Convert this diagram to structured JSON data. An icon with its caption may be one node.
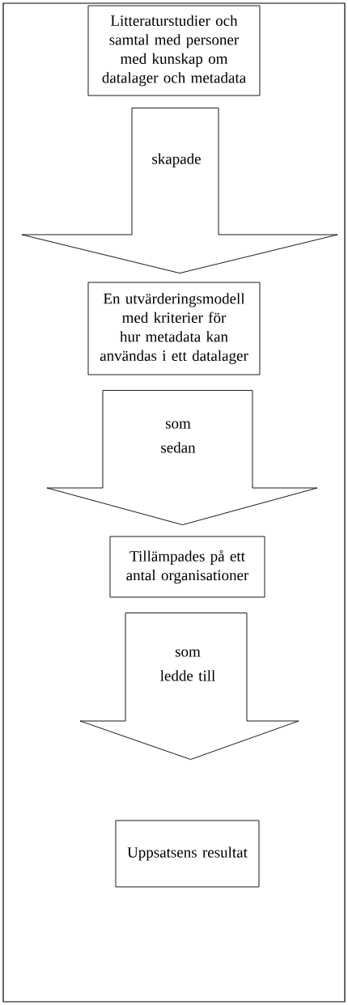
{
  "diagram": {
    "nodes": [
      {
        "text": [
          "Litteraturstudier och samtal med personer med kunskap om datalager och metadata"
        ]
      },
      {
        "text": [
          "En utvärderingsmodell med kriterier för hur metadata kan användas i ett datalager"
        ]
      },
      {
        "text": [
          "Tillämpades på ett antal organisationer"
        ]
      },
      {
        "text": [
          "Uppsatsens resultat"
        ]
      }
    ],
    "edges": [
      {
        "from": 0,
        "to": 1,
        "arrow": "to",
        "label": "skapade"
      },
      {
        "from": 1,
        "to": 2,
        "arrow": "to",
        "label": "som sedan"
      },
      {
        "from": 2,
        "to": 3,
        "arrow": "to",
        "label": "som ledde till"
      }
    ]
  }
}
